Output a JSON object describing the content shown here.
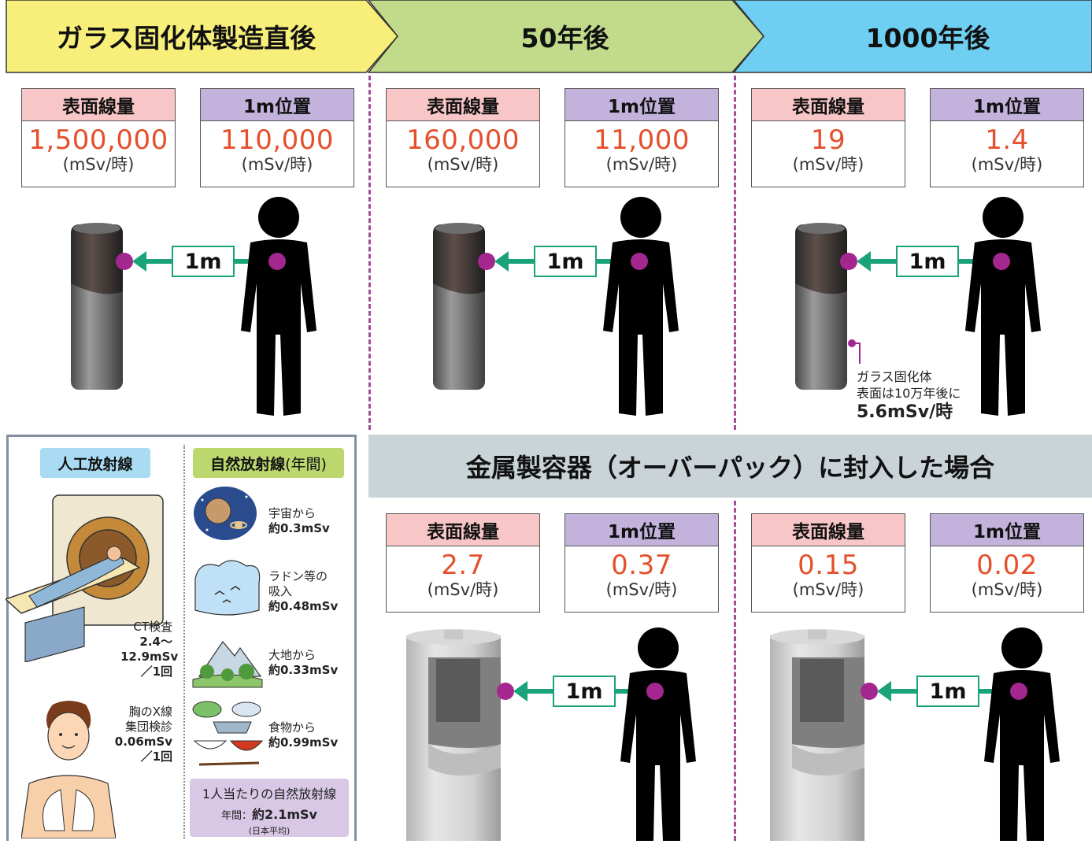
{
  "header": {
    "stage1": "ガラス固化体製造直後",
    "stage2": "50年後",
    "stage3": "1000年後",
    "colors": {
      "stage1": "#f7ef7a",
      "stage2": "#c1db8a",
      "stage3": "#6ecff3"
    }
  },
  "labels": {
    "surface": "表面線量",
    "one_meter": "1m位置",
    "unit": "(mSv/時)",
    "distance": "1m"
  },
  "glass": [
    {
      "surface": "1,500,000",
      "one_meter": "110,000"
    },
    {
      "surface": "160,000",
      "one_meter": "11,000"
    },
    {
      "surface": "19",
      "one_meter": "1.4"
    }
  ],
  "glass_note": {
    "line1": "ガラス固化体",
    "line2": "表面は10万年後に",
    "value": "5.6mSv/時"
  },
  "overpack": {
    "title": "金属製容器（オーバーパック）に封入した場合",
    "values": [
      {
        "surface": "2.7",
        "one_meter": "0.37"
      },
      {
        "surface": "0.15",
        "one_meter": "0.02"
      }
    ]
  },
  "reference": {
    "artificial": "人工放射線",
    "natural": "自然放射線",
    "natural_suffix": "(年間)",
    "ct": {
      "name": "CT検査",
      "value1": "2.4～",
      "value2": "12.9mSv",
      "per": "／1回"
    },
    "xray": {
      "name1": "胸のX線",
      "name2": "集団検診",
      "value": "0.06mSv",
      "per": "／1回"
    },
    "space": {
      "name": "宇宙から",
      "value": "約0.3mSv"
    },
    "radon": {
      "name1": "ラドン等の",
      "name2": "吸入",
      "value": "約0.48mSv"
    },
    "earth": {
      "name": "大地から",
      "value": "約0.33mSv"
    },
    "food": {
      "name": "食物から",
      "value": "約0.99mSv"
    },
    "total": {
      "line1": "1人当たりの自然放射線",
      "prefix": "年間：",
      "value": "約2.1mSv",
      "note": "(日本平均)"
    }
  }
}
